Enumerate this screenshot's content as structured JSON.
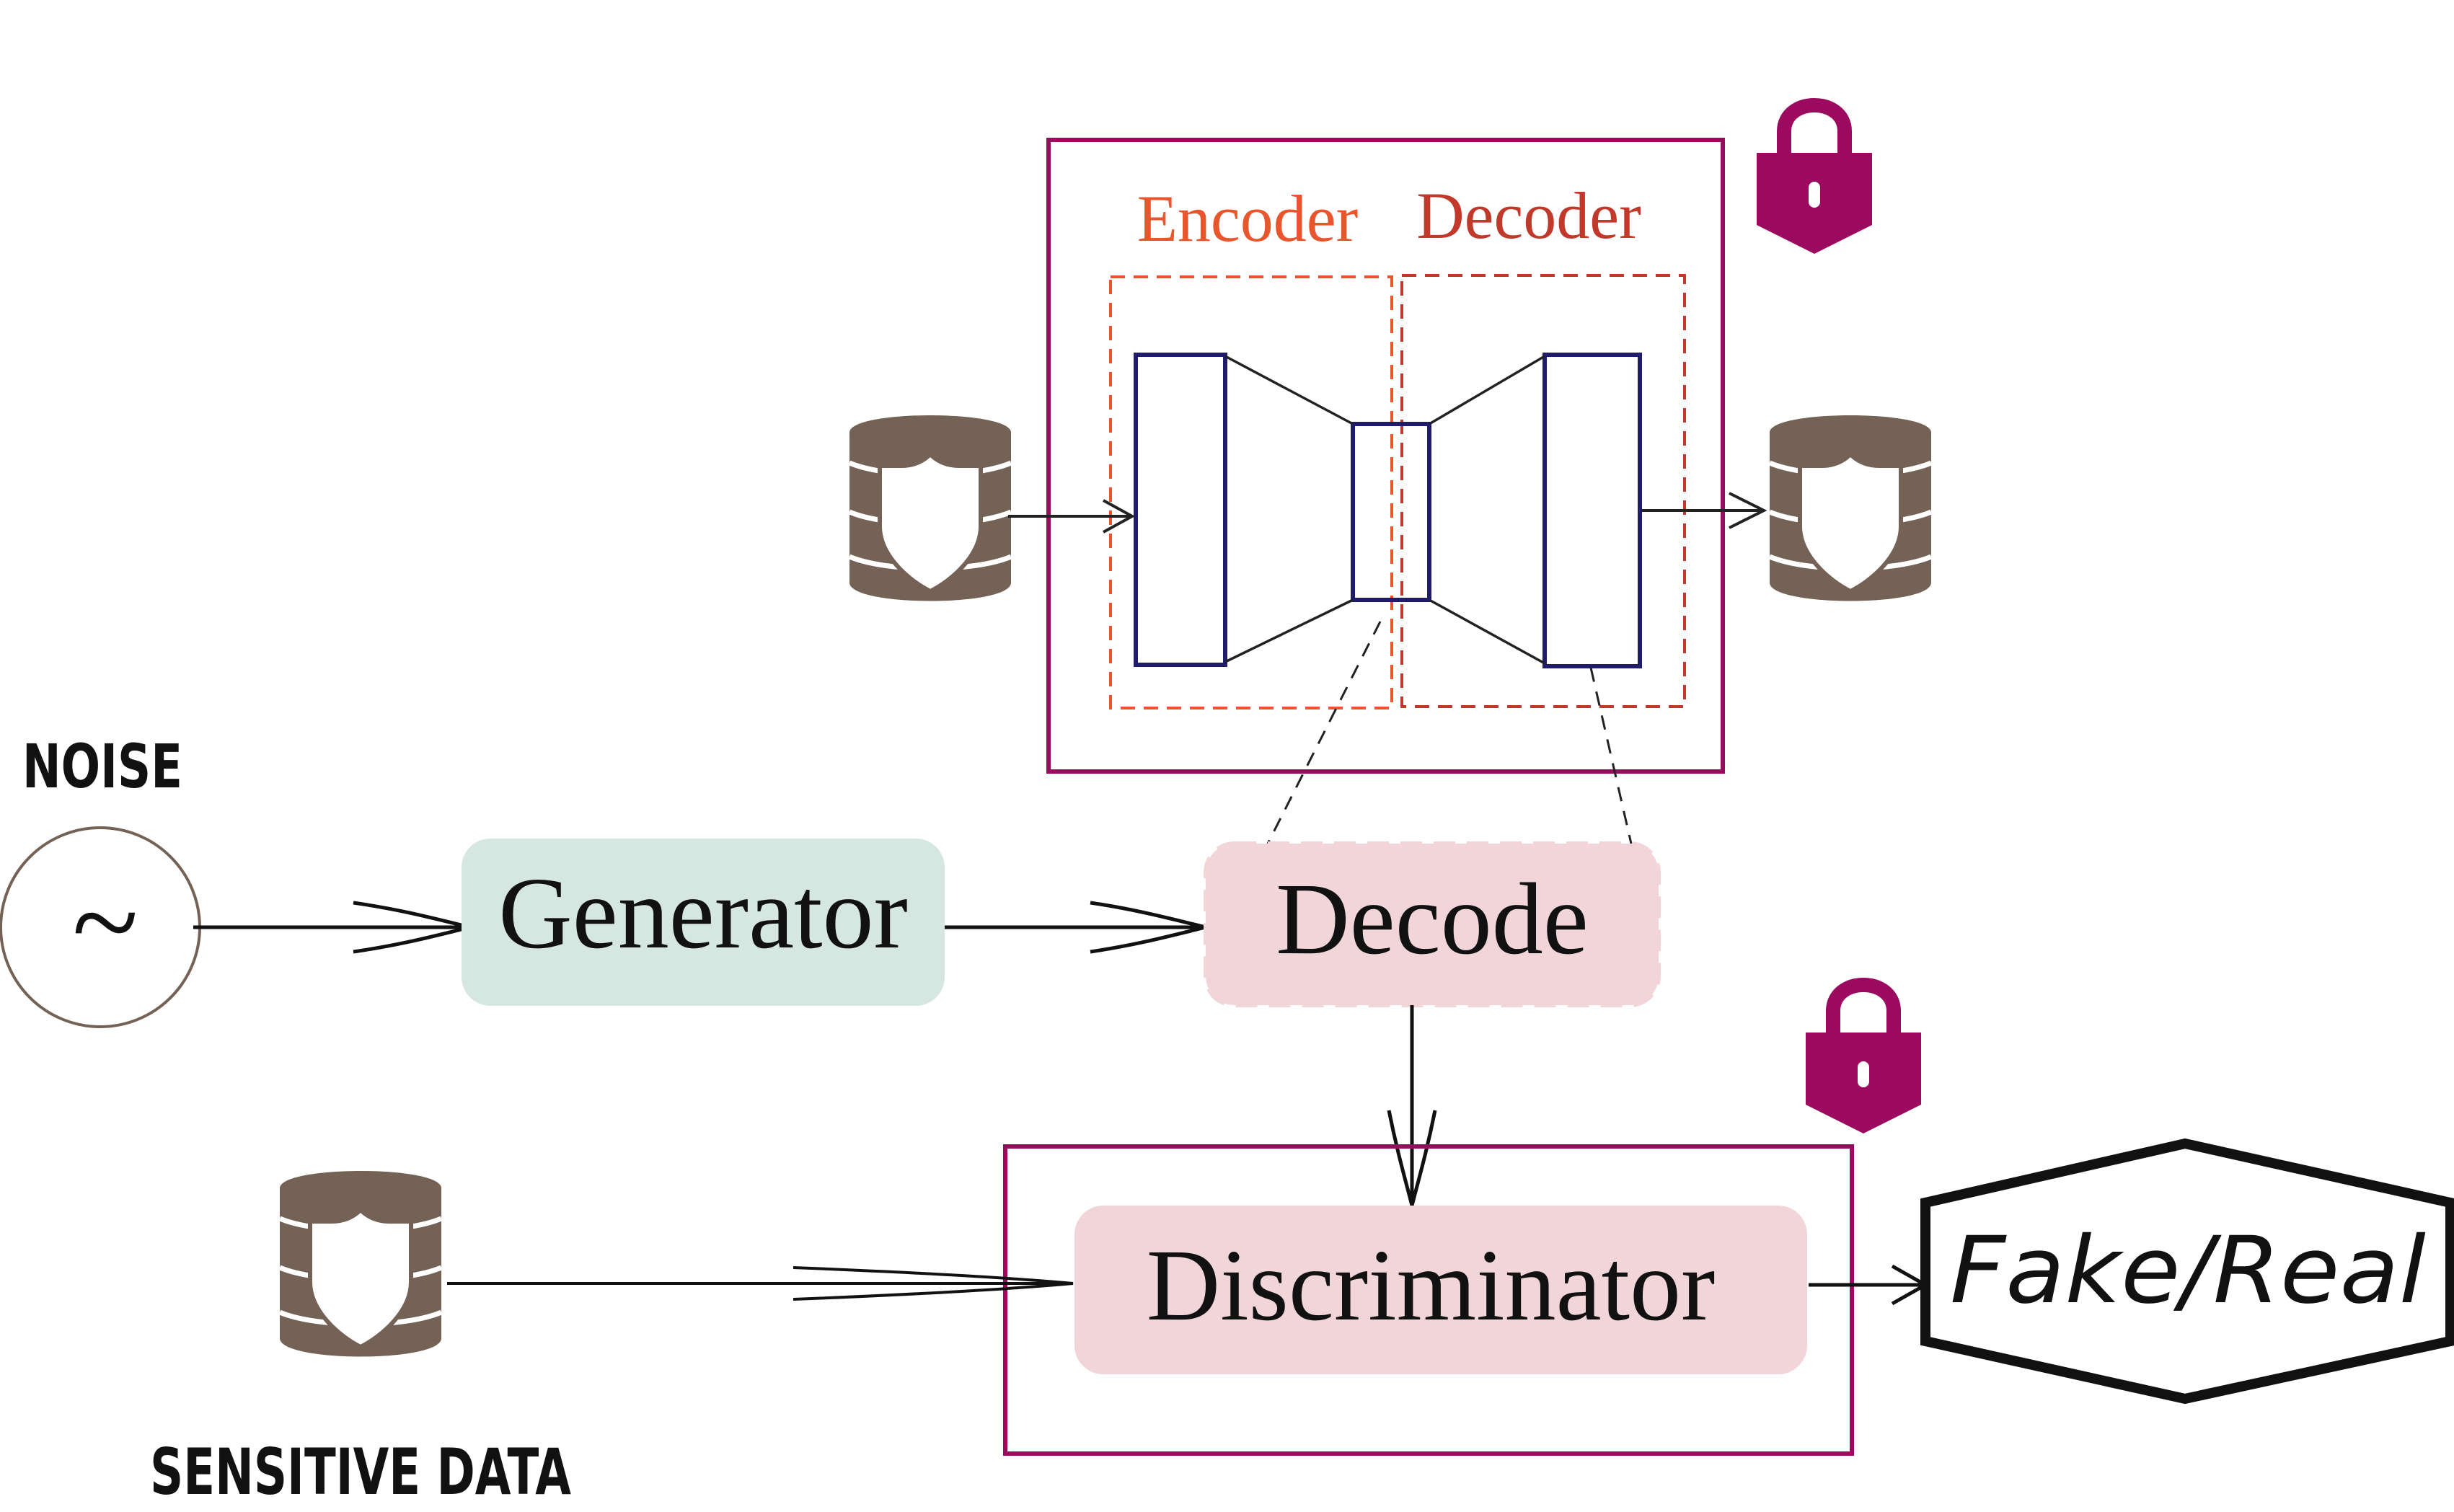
{
  "labels": {
    "noise": "NOISE",
    "noise_symbol": "~",
    "generator": "Generator",
    "decode": "Decode",
    "discriminator": "Discriminator",
    "fake_real": "Fake/Real",
    "sensitive_data": "SENSITIVE DATA",
    "encoder": "Encoder",
    "decoder": "Decoder"
  },
  "colors": {
    "frame": "#9c0a5f",
    "encoder": "#e9552c",
    "decoder": "#c0392b",
    "network": "#1f1c6b",
    "generator_fill": "#d5e7e0",
    "decode_fill": "#f2d5d8",
    "discriminator_fill": "#f2d5d8",
    "database": "#736255",
    "lock": "#9c0a5f",
    "arrow": "#222222"
  },
  "icons": {
    "lock": "padlock-icon",
    "database": "shield-database-icon"
  }
}
